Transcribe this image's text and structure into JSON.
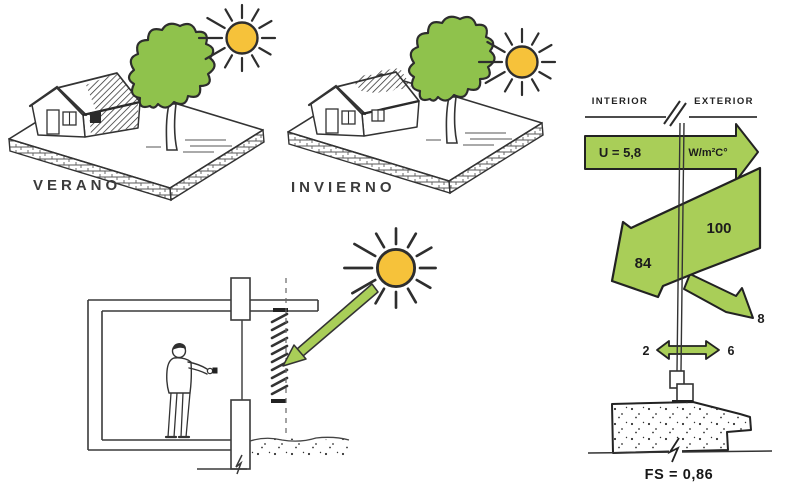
{
  "scenes": {
    "verano": {
      "label": "VERANO"
    },
    "invierno": {
      "label": "INVIERNO"
    }
  },
  "flow": {
    "interior": "INTERIOR",
    "exterior": "EXTERIOR",
    "u_value": "U = 5,8",
    "u_units": "W/m²C°",
    "incident": "100",
    "transmitted": "84",
    "reflected": "8",
    "conv_interior": "2",
    "conv_exterior": "6",
    "solar_factor": "FS = 0,86"
  },
  "colors": {
    "arrow_green": "#a9ce58",
    "tree_green": "#8fc24c",
    "sun_yellow": "#f6c23a",
    "outline_ink": "#2d2d2d"
  }
}
